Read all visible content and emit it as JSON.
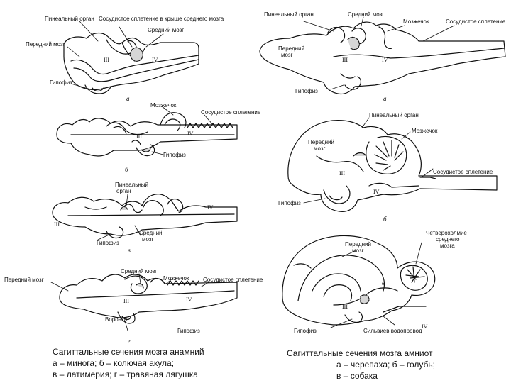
{
  "caption_left": {
    "title": "Сагиттальные сечения мозга анамний",
    "line1": "а – минога; б – колючая акула;",
    "line2": "в – латимерия; г – травяная лягушка"
  },
  "caption_right": {
    "title": "Сагиттальные сечения мозга амниот",
    "line1": "а – черепаха; б – голубь;",
    "line2": "в – собака"
  },
  "left": {
    "a": {
      "pineal": "Пинеальный орган",
      "plexus": "Сосудистое сплетение в крыше среднего мозга",
      "midbrain": "Средний мозг",
      "forebrain": "Передний мозг",
      "hypophysis": "Гипофиз",
      "v3": "III",
      "v4": "IV",
      "letter": "а"
    },
    "b": {
      "cerebellum": "Мозжечок",
      "plexus": "Сосудистое сплетение",
      "hypophysis": "Гипофиз",
      "v3": "III",
      "v4": "IV",
      "letter": "б"
    },
    "v": {
      "pineal_1": "Пинеальный",
      "pineal_2": "орган",
      "midbrain_1": "Средний",
      "midbrain_2": "мозг",
      "hypophysis": "Гипофиз",
      "v3": "III",
      "v4": "IV",
      "letter": "в"
    },
    "g": {
      "forebrain": "Передний мозг",
      "midbrain": "Средний мозг",
      "cerebellum": "Мозжечок",
      "plexus": "Сосудистое сплетение",
      "funnel": "Воронка",
      "hypophysis": "Гипофиз",
      "v3": "III",
      "v4": "IV",
      "letter": "г"
    }
  },
  "right": {
    "a": {
      "pineal": "Пинеальный орган",
      "midbrain": "Средний мозг",
      "cerebellum": "Мозжечок",
      "plexus": "Сосудистое сплетение",
      "forebrain_1": "Передний",
      "forebrain_2": "мозг",
      "hypophysis": "Гипофиз",
      "v3": "III",
      "v4": "IV",
      "letter": "а"
    },
    "b": {
      "pineal": "Пинеальный орган",
      "cerebellum": "Мозжечок",
      "forebrain_1": "Передний",
      "forebrain_2": "мозг",
      "plexus": "Сосудистое сплетение",
      "hypophysis": "Гипофиз",
      "v3": "III",
      "v4": "IV",
      "letter": "б"
    },
    "v": {
      "quad_1": "Четверохолмие",
      "quad_2": "среднего",
      "quad_3": "мозга",
      "forebrain_1": "Передний",
      "forebrain_2": "мозг",
      "hypophysis": "Гипофиз",
      "aqueduct": "Сильвиев водопровод",
      "v3": "III",
      "v4": "IV",
      "letter": "в"
    }
  }
}
